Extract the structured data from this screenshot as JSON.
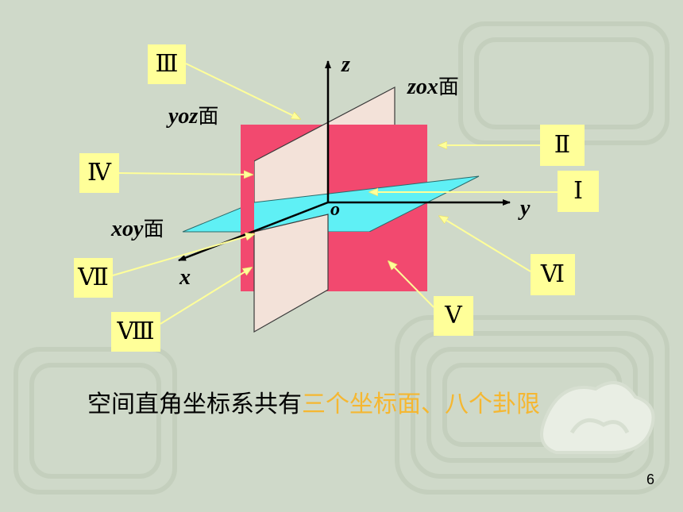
{
  "octant_labels": {
    "I": "Ⅰ",
    "II": "Ⅱ",
    "III": "Ⅲ",
    "IV": "Ⅳ",
    "V": "Ⅴ",
    "VI": "Ⅵ",
    "VII": "Ⅶ",
    "VIII": "Ⅷ"
  },
  "plane_labels": {
    "xoy": "xoy",
    "yoz": "yoz",
    "zox": "zox",
    "face_char": "面"
  },
  "axis_labels": {
    "x": "x",
    "y": "y",
    "z": "z",
    "origin": "o"
  },
  "caption": {
    "prefix": "空间直角坐标系共有",
    "highlight": "三个坐标面、八个卦限"
  },
  "page_number": "6",
  "colors": {
    "background": "#cfd9c9",
    "yoz_plane": "#f2496f",
    "zox_plane": "#f3e2d9",
    "xoy_plane": "#5ff0f5",
    "label_box": "#ffff99",
    "caption_highlight": "#f5b731"
  }
}
